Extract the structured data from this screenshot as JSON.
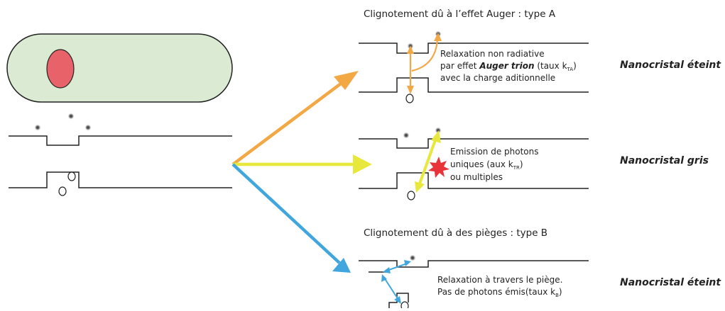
{
  "titles": {
    "auger": "Clignotement dû à l’effet Auger : type A",
    "traps": "Clignotement dû à des pièges : type B"
  },
  "panel_a": {
    "line1": "Relaxation non radiative",
    "line2_prefix": "par effet ",
    "line2_bold": "Auger trion",
    "line2_rate_prefix": " (taux k",
    "line2_rate_sub": "TA",
    "line2_rate_suffix": ")",
    "line3": "avec la charge aditionnelle"
  },
  "panel_gris": {
    "line1": "Emission de photons",
    "line2_prefix": "uniques (aux k",
    "line2_sub": "TR",
    "line2_suffix": ")",
    "line3": "ou multiples"
  },
  "panel_b": {
    "line1": "Relaxation à travers le piège.",
    "line2_prefix": "Pas de photons émis(taux k",
    "line2_sub": "B",
    "line2_suffix": ")"
  },
  "states": {
    "off_a": "Nanocristal éteint",
    "grey": "Nanocristal gris",
    "off_b": "Nanocristal éteint"
  },
  "colors": {
    "arrow_orange": "#f2a845",
    "arrow_yellow": "#e8e83c",
    "arrow_blue": "#41a6de",
    "nanorod_fill": "#dbebd3",
    "core_fill": "#e8626a",
    "flash": "#e8333b"
  }
}
